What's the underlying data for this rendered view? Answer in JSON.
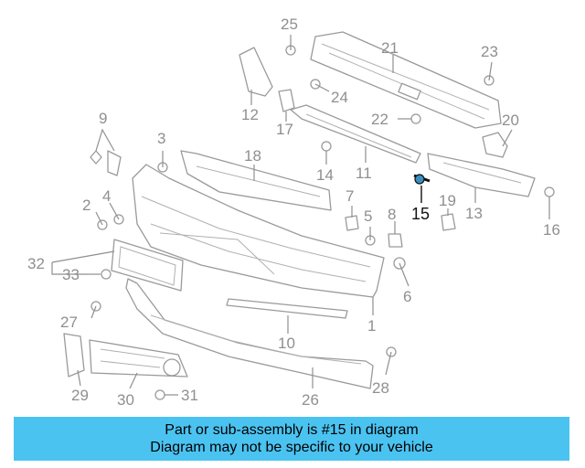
{
  "diagram": {
    "highlighted_part": "15",
    "callouts": [
      "1",
      "2",
      "3",
      "4",
      "5",
      "6",
      "7",
      "8",
      "9",
      "10",
      "11",
      "12",
      "13",
      "14",
      "15",
      "16",
      "17",
      "18",
      "19",
      "20",
      "21",
      "22",
      "23",
      "24",
      "25",
      "26",
      "27",
      "28",
      "29",
      "30",
      "31",
      "32",
      "33"
    ]
  },
  "banner": {
    "line1": "Part or sub-assembly is #15 in diagram",
    "line2": "Diagram may not be specific to your vehicle"
  },
  "colors": {
    "banner_bg": "#4bc3f1",
    "highlight": "#111111",
    "line_art": "#9a9a9a"
  }
}
